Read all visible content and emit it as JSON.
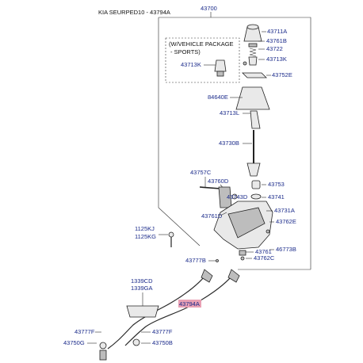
{
  "header": {
    "title": "KIA SEURPED10 - 43794A"
  },
  "note": {
    "line1": "(W/VEHICLE PACKAGE",
    "line2": "- SPORTS)"
  },
  "highlight_color": "#e8a0b4",
  "labels": {
    "p43700": "43700",
    "p43711A": "43711A",
    "p43761B": "43761B",
    "p43722": "43722",
    "p43713K_r": "43713K",
    "p43713K_l": "43713K",
    "p43752E": "43752E",
    "p84640E": "84640E",
    "p43713L": "43713L",
    "p43730B": "43730B",
    "p43757C": "43757C",
    "p43760D": "43760D",
    "p43753": "43753",
    "p43743D": "43743D",
    "p43741": "43741",
    "p43731A": "43731A",
    "p43761D": "43761D",
    "p43762E": "43762E",
    "p1125KJ": "1125KJ",
    "p1125KG": "1125KG",
    "p43761": "43761",
    "p46773B": "46773B",
    "p43762C": "43762C",
    "p43777B": "43777B",
    "p1339CD": "1339CD",
    "p1339GA": "1339GA",
    "p43794A": "43794A",
    "p43777F_l": "43777F",
    "p43777F_r": "43777F",
    "p43750G": "43750G",
    "p43750B": "43750B"
  }
}
